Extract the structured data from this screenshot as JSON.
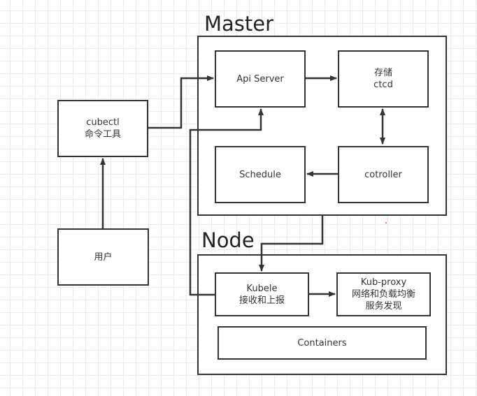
{
  "regions": {
    "master": {
      "title": "Master"
    },
    "node": {
      "title": "Node"
    }
  },
  "nodes": {
    "cubectl": {
      "line1": "cubectl",
      "line2": "命令工具"
    },
    "user": {
      "line1": "用户"
    },
    "api_server": {
      "line1": "Api Server"
    },
    "storage": {
      "line1": "存储",
      "line2": "ctcd"
    },
    "schedule": {
      "line1": "Schedule"
    },
    "controller": {
      "line1": "cotroller"
    },
    "kubelet": {
      "line1": "Kubele",
      "line2": "接收和上报"
    },
    "kube_proxy": {
      "line1": "Kub-proxy",
      "line2": "网络和负载均衡",
      "line3": "服务发现"
    },
    "containers": {
      "line1": "Containers"
    }
  },
  "edges": [
    {
      "from": "user",
      "to": "cubectl",
      "type": "arrow"
    },
    {
      "from": "cubectl",
      "to": "api_server",
      "type": "arrow"
    },
    {
      "from": "api_server",
      "to": "storage",
      "type": "arrow"
    },
    {
      "from": "storage",
      "to": "controller",
      "type": "bidirectional"
    },
    {
      "from": "controller",
      "to": "schedule",
      "type": "arrow"
    },
    {
      "from": "master",
      "to": "kubelet",
      "type": "arrow"
    },
    {
      "from": "kubelet",
      "to": "api_server",
      "type": "arrow"
    },
    {
      "from": "kubelet",
      "to": "kube_proxy",
      "type": "arrow"
    }
  ],
  "colors": {
    "stroke": "#333333",
    "grid": "#ececec",
    "text": "#333333"
  }
}
